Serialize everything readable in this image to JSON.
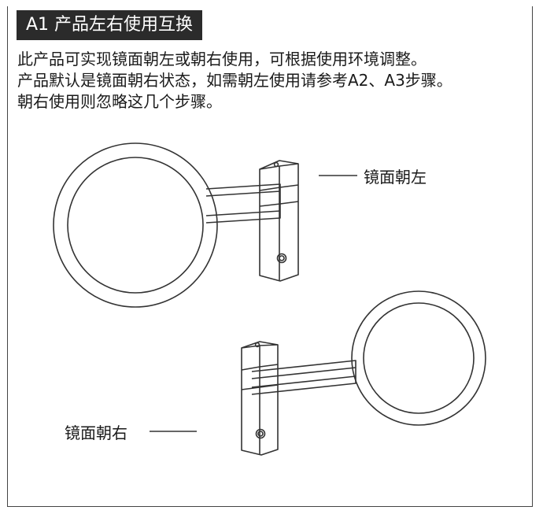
{
  "section": {
    "title": "A1 产品左右使用互换"
  },
  "description": {
    "lines": [
      "此产品可实现镜面朝左或朝右使用，可根据使用环境调整。",
      "产品默认是镜面朝右状态，如需朝左使用请参考A2、A3步骤。",
      "朝右使用则忽略这几个步骤。"
    ]
  },
  "figures": {
    "left_mirror": {
      "label": "镜面朝左",
      "icon": "wall-mirror-left-icon"
    },
    "right_mirror": {
      "label": "镜面朝右",
      "icon": "wall-mirror-right-icon"
    }
  },
  "colors": {
    "heading_bg": "#2b2b2b",
    "line": "#333333"
  }
}
